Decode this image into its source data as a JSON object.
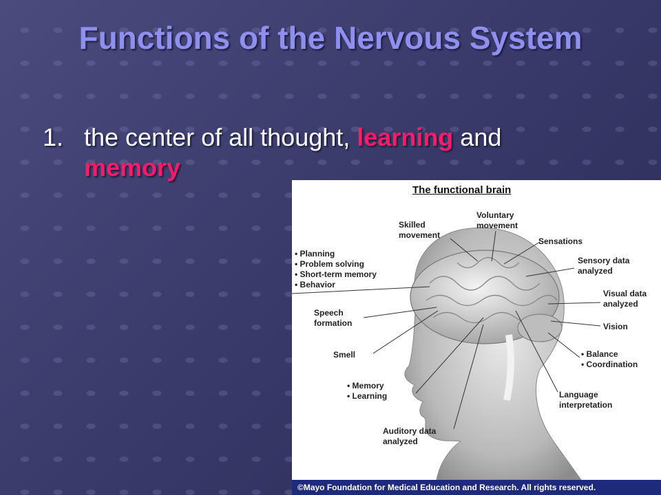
{
  "slide": {
    "title": "Functions of the Nervous System",
    "bullet_number": "1.",
    "bullet_text_part1": "the center of all thought, ",
    "bullet_highlight1": "learning",
    "bullet_text_part2": " and",
    "bullet_highlight2": "memory"
  },
  "figure": {
    "title": "The functional brain",
    "labels": {
      "skilled": "Skilled\nmovement",
      "voluntary": "Voluntary\nmovement",
      "sensations": "Sensations",
      "sensory": "Sensory data\nanalyzed",
      "visual": "Visual data\nanalyzed",
      "vision": "Vision",
      "balance": "Balance",
      "coordination": "Coordination",
      "language": "Language\ninterpretation",
      "auditory": "Auditory data\nanalyzed",
      "memory": "Memory",
      "learning": "Learning",
      "smell": "Smell",
      "speech": "Speech\nformation",
      "planning": "Planning",
      "problem": "Problem solving",
      "shortterm": "Short-term memory",
      "behavior": "Behavior"
    },
    "copyright": "©Mayo Foundation for Medical Education and Research.  All rights reserved."
  },
  "colors": {
    "title": "#8f8ff0",
    "highlight": "#ff1a6a",
    "copyright_bar": "#1e2a7a"
  }
}
